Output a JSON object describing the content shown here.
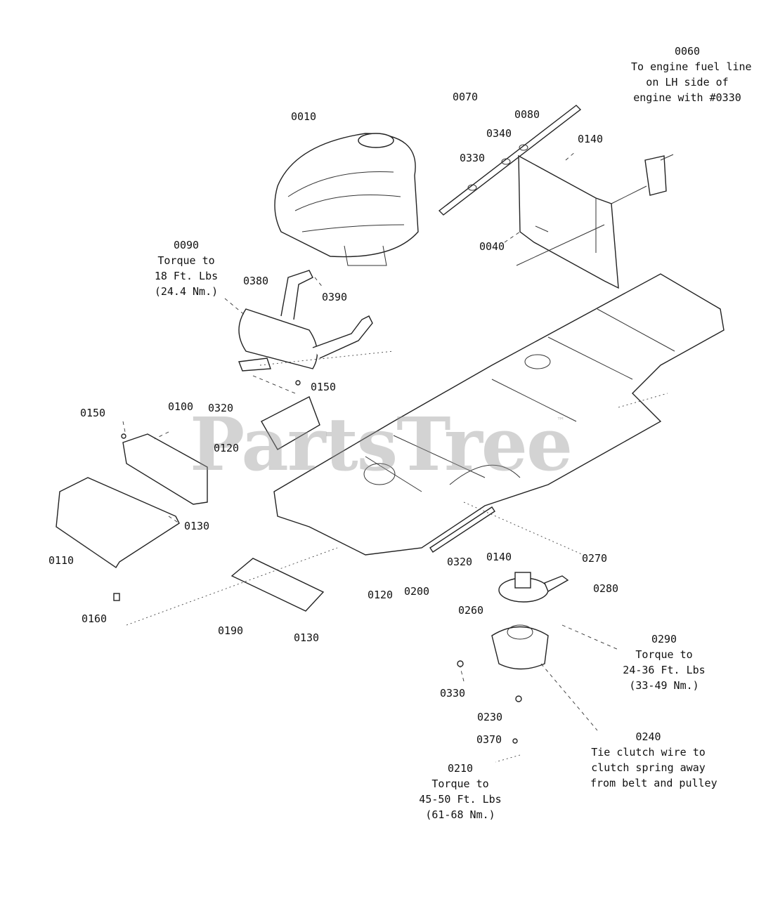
{
  "diagram": {
    "watermark": "PartsTree",
    "trademark": "™",
    "callouts": [
      {
        "id": "c-0060",
        "lines": [
          "0060",
          "To engine fuel line",
          "on LH side of",
          "engine with #0330"
        ]
      },
      {
        "id": "c-0070",
        "lines": [
          "0070"
        ]
      },
      {
        "id": "c-0080",
        "lines": [
          "0080"
        ]
      },
      {
        "id": "c-0010",
        "lines": [
          "0010"
        ]
      },
      {
        "id": "c-0340",
        "lines": [
          "0340"
        ]
      },
      {
        "id": "c-0140a",
        "lines": [
          "0140"
        ]
      },
      {
        "id": "c-0330a",
        "lines": [
          "0330"
        ]
      },
      {
        "id": "c-0040",
        "lines": [
          "0040"
        ]
      },
      {
        "id": "c-0090",
        "lines": [
          "0090",
          "Torque to",
          "18 Ft. Lbs",
          "(24.4 Nm.)"
        ]
      },
      {
        "id": "c-0380",
        "lines": [
          "0380"
        ]
      },
      {
        "id": "c-0390",
        "lines": [
          "0390"
        ]
      },
      {
        "id": "c-0150a",
        "lines": [
          "0150"
        ]
      },
      {
        "id": "c-0150b",
        "lines": [
          "0150"
        ]
      },
      {
        "id": "c-0100",
        "lines": [
          "0100"
        ]
      },
      {
        "id": "c-0320a",
        "lines": [
          "0320"
        ]
      },
      {
        "id": "c-0120a",
        "lines": [
          "0120"
        ]
      },
      {
        "id": "c-0130a",
        "lines": [
          "0130"
        ]
      },
      {
        "id": "c-0110",
        "lines": [
          "0110"
        ]
      },
      {
        "id": "c-0320b",
        "lines": [
          "0320"
        ]
      },
      {
        "id": "c-0140b",
        "lines": [
          "0140"
        ]
      },
      {
        "id": "c-0270",
        "lines": [
          "0270"
        ]
      },
      {
        "id": "c-0280",
        "lines": [
          "0280"
        ]
      },
      {
        "id": "c-0120b",
        "lines": [
          "0120"
        ]
      },
      {
        "id": "c-0200",
        "lines": [
          "0200"
        ]
      },
      {
        "id": "c-0260",
        "lines": [
          "0260"
        ]
      },
      {
        "id": "c-0160",
        "lines": [
          "0160"
        ]
      },
      {
        "id": "c-0190",
        "lines": [
          "0190"
        ]
      },
      {
        "id": "c-0130b",
        "lines": [
          "0130"
        ]
      },
      {
        "id": "c-0290",
        "lines": [
          "0290",
          "Torque to",
          "24-36 Ft. Lbs",
          "(33-49 Nm.)"
        ]
      },
      {
        "id": "c-0330b",
        "lines": [
          "0330"
        ]
      },
      {
        "id": "c-0230",
        "lines": [
          "0230"
        ]
      },
      {
        "id": "c-0240",
        "lines": [
          "0240",
          "Tie clutch wire to",
          "clutch spring away",
          "from belt and pulley"
        ]
      },
      {
        "id": "c-0370",
        "lines": [
          "0370"
        ]
      },
      {
        "id": "c-0210",
        "lines": [
          "0210",
          "Torque to",
          "45-50 Ft. Lbs",
          "(61-68 Nm.)"
        ]
      }
    ]
  }
}
